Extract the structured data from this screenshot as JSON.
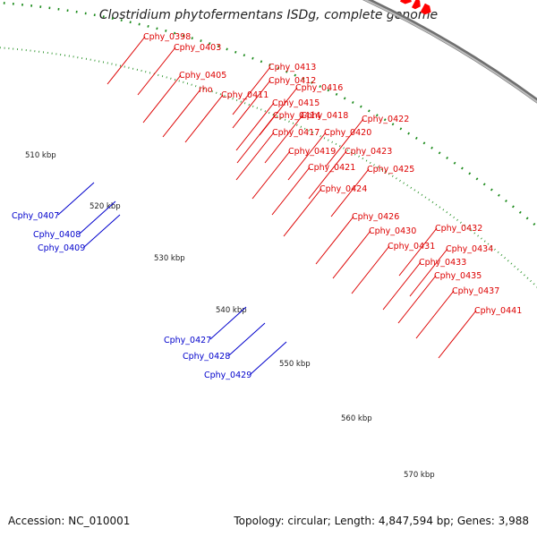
{
  "title": "Clostridium phytofermentans ISDg, complete genome",
  "footer": {
    "accession": "Accession: NC_010001",
    "summary": "Topology: circular; Length: 4,847,594 bp; Genes: 3,988"
  },
  "colors": {
    "forward_gene": "#ff0000",
    "reverse_gene": "#0000ff",
    "dot_track": "#1a8a1a",
    "backbone": "#9a9a9a",
    "label_forward": "#dd0000",
    "label_reverse": "#0000cc"
  },
  "ticks": [
    "510 kbp",
    "520 kbp",
    "530 kbp",
    "540 kbp",
    "550 kbp",
    "560 kbp",
    "570 kbp"
  ],
  "forward_labels": [
    "Cphy_0398",
    "Cphy_0403",
    "Cphy_0405",
    "rho",
    "Cphy_0413",
    "Cphy_0412",
    "Cphy_0411",
    "Cphy_0416",
    "Cphy_0415",
    "Cphy_0414",
    "Cphy_0418",
    "Cphy_0417",
    "Cphy_0422",
    "Cphy_0420",
    "Cphy_0419",
    "Cphy_0423",
    "Cphy_0421",
    "Cphy_0425",
    "Cphy_0424",
    "Cphy_0426",
    "Cphy_0430",
    "Cphy_0432",
    "Cphy_0431",
    "Cphy_0434",
    "Cphy_0433",
    "Cphy_0435",
    "Cphy_0437",
    "Cphy_0441"
  ],
  "reverse_labels": [
    "Cphy_0407",
    "Cphy_0408",
    "Cphy_0409",
    "Cphy_0427",
    "Cphy_0428",
    "Cphy_0429"
  ]
}
